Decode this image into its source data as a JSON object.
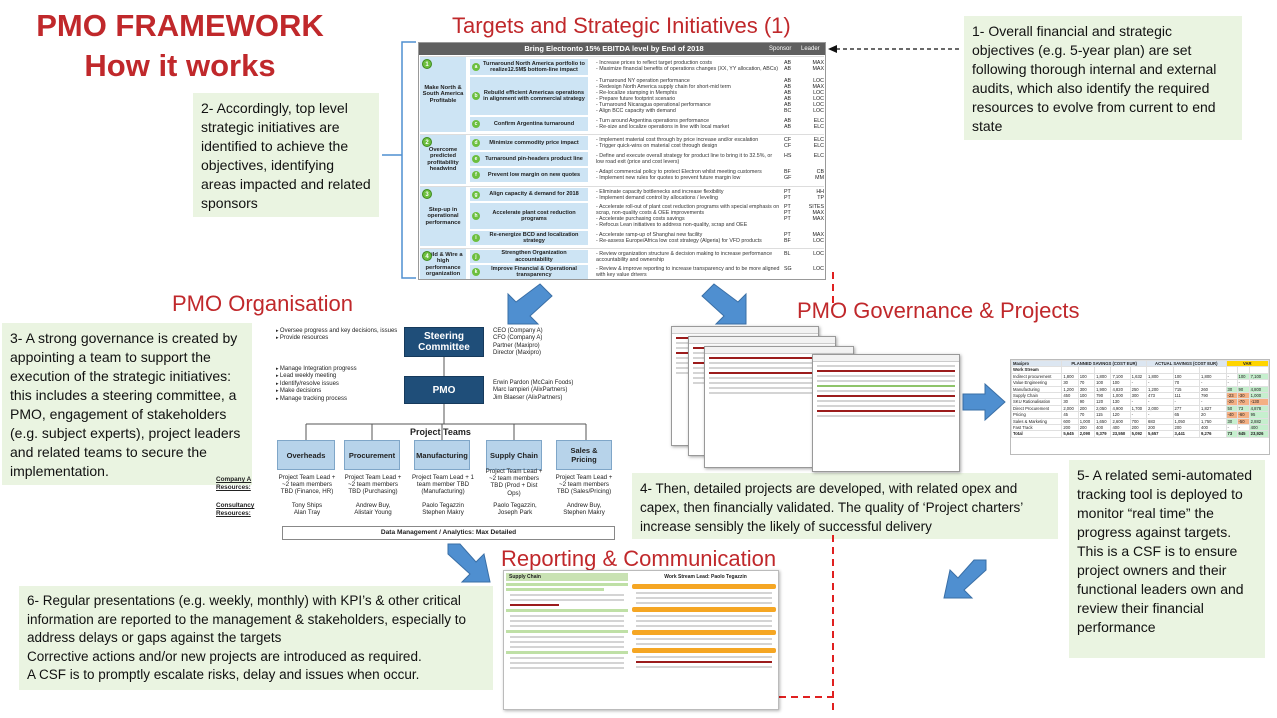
{
  "title": {
    "line1": "PMO FRAMEWORK",
    "line2": "How it works"
  },
  "sections": {
    "targets": "Targets and Strategic Initiatives (1)",
    "organisation": "PMO Organisation",
    "governance": "PMO Governance & Projects",
    "reporting": "Reporting & Communication"
  },
  "notes": {
    "n1": "1- Overall financial and strategic objectives (e.g. 5-year plan) are set following thorough internal and external audits, which also identify the required resources to evolve from current to end state",
    "n2": "2- Accordingly, top level strategic initiatives are identified to achieve the objectives, identifying areas impacted and related sponsors",
    "n3": "3- A strong governance is created by appointing a team to support the execution of the strategic initiatives: this includes a steering committee, a PMO, engagement of stakeholders (e.g. subject experts), project leaders and related teams to secure the implementation.",
    "n4": "4- Then, detailed projects are developed, with related opex and capex, then financially validated. The quality of ‘Project charters’ increase sensibly the likely of successful delivery",
    "n5": "5- A related semi-automated tracking tool is deployed to monitor “real time” the progress against targets. This is a CSF is to ensure project owners and their functional leaders own and review their financial performance",
    "n6_l1": "6- Regular presentations (e.g. weekly, monthly) with KPI’s & other critical information are reported to the management & stakeholders, especially to address delays or gaps against the targets",
    "n6_l2": "Corrective actions and/or new projects are introduced as required.",
    "n6_l3": "A CSF is to promptly escalate risks, delay and issues when occur."
  },
  "table": {
    "header": "Bring Electronto 15% EBITDA level by End of 2018",
    "sponsor_label": "Sponsor",
    "leader_label": "Leader",
    "groups": [
      {
        "num": "1",
        "category": "Make North & South America Profitable",
        "rows": [
          {
            "num": "a",
            "initiative": "Turnaround North America portfolio to realize12.5M$ bottom-line impact",
            "actions": [
              "Increase prices to reflect target production costs",
              "Maximize financial benefits of operations changes (XX, YY allocation, ABCs)"
            ],
            "owners": [
              [
                "AB",
                "MAX"
              ],
              [
                "AB",
                "MAX"
              ]
            ]
          },
          {
            "num": "b",
            "initiative": "Rebuild efficient Americas operations in alignment with commercial strategy",
            "actions": [
              "Turnaround NY operation performance",
              "Redesign North America supply chain for short-mid term",
              "Re-localize stamping in Memphis",
              "Prepare future footprint scenario",
              "Turnaround Nicaragua operational performance",
              "Align BCC capacity with demand"
            ],
            "owners": [
              [
                "AB",
                "LOC"
              ],
              [
                "AB",
                "MAX"
              ],
              [
                "AB",
                "LOC"
              ],
              [
                "AB",
                "LOC"
              ],
              [
                "AB",
                "LOC"
              ],
              [
                "BC",
                "LOC"
              ]
            ]
          },
          {
            "num": "c",
            "initiative": "Confirm Argentina turnaround",
            "actions": [
              "Turn around Argentina operations performance",
              "Re-size and localize operations in line with local market"
            ],
            "owners": [
              [
                "AB",
                "ELC"
              ],
              [
                "AB",
                "ELC"
              ]
            ]
          }
        ]
      },
      {
        "num": "2",
        "category": "Overcome predicted profitability headwind",
        "rows": [
          {
            "num": "d",
            "initiative": "Minimize commodity price impact",
            "actions": [
              "Implement material cost through by price increase and/or escalation",
              "Trigger quick-wins on material cost through design"
            ],
            "owners": [
              [
                "CF",
                "ELC"
              ],
              [
                "CF",
                "ELC"
              ]
            ]
          },
          {
            "num": "e",
            "initiative": "Turnaround pin-headers product line",
            "actions": [
              "Define and execute overall strategy for product line to bring it to 32.5%, or low road exit (price and cost levers)"
            ],
            "owners": [
              [
                "HS",
                "ELC"
              ]
            ]
          },
          {
            "num": "f",
            "initiative": "Prevent low margin on new quotes",
            "actions": [
              "Adapt commercial policy to protect Electron whilst meeting customers",
              "Implement new rules for quotes to prevent future margin low"
            ],
            "owners": [
              [
                "BF",
                "CB"
              ],
              [
                "GF",
                "MM"
              ]
            ]
          }
        ]
      },
      {
        "num": "3",
        "category": "Step-up in operational performance",
        "rows": [
          {
            "num": "g",
            "initiative": "Align capacity & demand for 2018",
            "actions": [
              "Eliminate capacity bottlenecks and increase flexibility",
              "Implement demand control by allocations / leveling"
            ],
            "owners": [
              [
                "PT",
                "HH"
              ],
              [
                "PT",
                "TP"
              ]
            ]
          },
          {
            "num": "h",
            "initiative": "Accelerate plant cost reduction programs",
            "actions": [
              "Accelerate roll-out of plant cost reduction programs with special emphasis on scrap, non-quality costs & OEE improvements",
              "Accelerate purchasing costs savings",
              "Refocus Lean initiatives to address non-quality, scrap and OEE"
            ],
            "owners": [
              [
                "PT",
                "SITES"
              ],
              [
                "PT",
                "MAX"
              ],
              [
                "PT",
                "MAX"
              ]
            ]
          },
          {
            "num": "i",
            "initiative": "Re-energize BCD and localization strategy",
            "actions": [
              "Accelerate ramp-up of Shanghai new facility",
              "Re-assess Europe/Africa low cost strategy (Algeria) for VFD products"
            ],
            "owners": [
              [
                "PT",
                "MAX"
              ],
              [
                "BF",
                "LOC"
              ]
            ]
          }
        ]
      },
      {
        "num": "4",
        "category": "Build & Wire a high performance organization",
        "rows": [
          {
            "num": "j",
            "initiative": "Strengthen Organization accountability",
            "actions": [
              "Review organization structure & decision making to increase performance accountability and ownership"
            ],
            "owners": [
              [
                "BL",
                "LOC"
              ]
            ]
          },
          {
            "num": "k",
            "initiative": "Improve Financial & Operational transparency",
            "actions": [
              "Review & improve reporting to increase transparency and to be more aligned with key value drivers"
            ],
            "owners": [
              [
                "SG",
                "LOC"
              ]
            ]
          }
        ]
      }
    ]
  },
  "org": {
    "steering": "Steering Committee",
    "pmo": "PMO",
    "steering_members": [
      "CEO (Company A)",
      "CFO (Company A)",
      "Partner (Maxipro)",
      "Director (Maxipro)"
    ],
    "pmo_members": [
      "Erwin Pardon (McCain Foods)",
      "Marc Iampieri (AlixPartners)",
      "Jim Blaeser (AlixPartners)"
    ],
    "steering_tasks": [
      "Oversee progress and key decisions, issues",
      "Provide resources"
    ],
    "pmo_tasks": [
      "Manage Integration progress",
      "Lead weekly meeting",
      "Identify/resolve issues",
      "Make decisions",
      "Manage tracking process"
    ],
    "project_teams_label": "Project Teams",
    "company_resources_label": "Company A Resources:",
    "consultancy_resources_label": "Consultancy Resources:",
    "data_bar": "Data Management / Analytics: Max Detailed",
    "teams": [
      {
        "name": "Overheads",
        "lead": "Project Team Lead + ~2 team members TBD (Finance, HR)",
        "consultants": "Tony Ships\nAlan Tray"
      },
      {
        "name": "Procurement",
        "lead": "Project Team Lead + ~2 team members TBD (Purchasing)",
        "consultants": "Andrew Buy,\nAlistair Young"
      },
      {
        "name": "Manufacturing",
        "lead": "Project Team Lead + 1 team member TBD (Manufacturing)",
        "consultants": "Paolo Tegazzin\nStephen Makry"
      },
      {
        "name": "Supply Chain",
        "lead": "Project Team Lead + ~2 team members TBD (Prod + Dist Ops)",
        "consultants": "Paolo Tegazzin,\nJoseph Park"
      },
      {
        "name": "Sales & Pricing",
        "lead": "Project Team Lead + ~2 team members TBD (Sales/Pricing)",
        "consultants": "Andrew Buy,\nStephen Makry"
      }
    ]
  },
  "tracker": {
    "header_left": "Maxipro",
    "header_planned": "PLANNED SAVINGS (COST EUR)",
    "header_actual": "ACTUAL SAVINGS (COST EUR)",
    "header_var": "VAR",
    "col_stream": "Work Stream",
    "rows": [
      {
        "name": "Indirect procurement",
        "vals": [
          "1,800",
          "100",
          "1,800",
          "7,100",
          "1,632"
        ],
        "act": [
          "1,800",
          "100",
          "1,800"
        ],
        "var": [
          "-",
          "100",
          "7,100"
        ]
      },
      {
        "name": "Value Engineering",
        "vals": [
          "30",
          "70",
          "100",
          "100",
          "-"
        ],
        "act": [
          "-",
          "70",
          "-"
        ],
        "var": [
          "-",
          "-",
          "-"
        ]
      },
      {
        "name": "Manufacturing",
        "vals": [
          "1,200",
          "300",
          "1,900",
          "4,820",
          "250"
        ],
        "act": [
          "1,200",
          "715",
          "260"
        ],
        "var": [
          "30",
          "90",
          "4,800"
        ]
      },
      {
        "name": "Supply Chain",
        "vals": [
          "450",
          "100",
          "790",
          "1,000",
          "300"
        ],
        "act": [
          "473",
          "111",
          "790"
        ],
        "var": [
          "-23",
          "-30",
          "1,000"
        ]
      },
      {
        "name": "SKU Rationalisation",
        "vals": [
          "30",
          "90",
          "120",
          "130",
          "-"
        ],
        "act": [
          "-",
          "-",
          "-"
        ],
        "var": [
          "-20",
          "-70",
          "-130"
        ]
      },
      {
        "name": "Direct Procurement",
        "vals": [
          "2,000",
          "200",
          "2,050",
          "4,900",
          "1,700"
        ],
        "act": [
          "2,000",
          "277",
          "1,827"
        ],
        "var": [
          "50",
          "73",
          "4,878"
        ]
      },
      {
        "name": "Pricing",
        "vals": [
          "45",
          "70",
          "115",
          "120",
          "-"
        ],
        "act": [
          "-",
          "65",
          "20"
        ],
        "var": [
          "-40",
          "-60",
          "95"
        ]
      },
      {
        "name": "Sales & Marketing",
        "vals": [
          "600",
          "1,000",
          "1,650",
          "2,600",
          "700"
        ],
        "act": [
          "683",
          "1,050",
          "1,750"
        ],
        "var": [
          "30",
          "-50",
          "2,882"
        ]
      },
      {
        "name": "Fast Track",
        "vals": [
          "200",
          "200",
          "400",
          "400",
          "200"
        ],
        "act": [
          "200",
          "200",
          "400"
        ],
        "var": [
          "-",
          "-",
          "400"
        ]
      },
      {
        "name": "Total",
        "vals": [
          "5,645",
          "2,090",
          "9,379",
          "23,550",
          "5,092"
        ],
        "act": [
          "5,657",
          "3,441",
          "9,276"
        ],
        "var": [
          "73",
          "645",
          "23,926"
        ]
      }
    ]
  },
  "reporting": {
    "left_title": "Supply Chain",
    "right_title": "Work Stream Lead: Paolo Tegazzin"
  },
  "colors": {
    "title_red": "#c0282b",
    "note_bg": "#eaf4e1",
    "navy": "#1f4e79",
    "light_blue": "#b7d3ea",
    "arrow_blue": "#4f8fd0",
    "dashed_red": "#e02020"
  },
  "icons": [
    "down-arrow-icon",
    "right-arrow-icon",
    "bracket-icon"
  ]
}
